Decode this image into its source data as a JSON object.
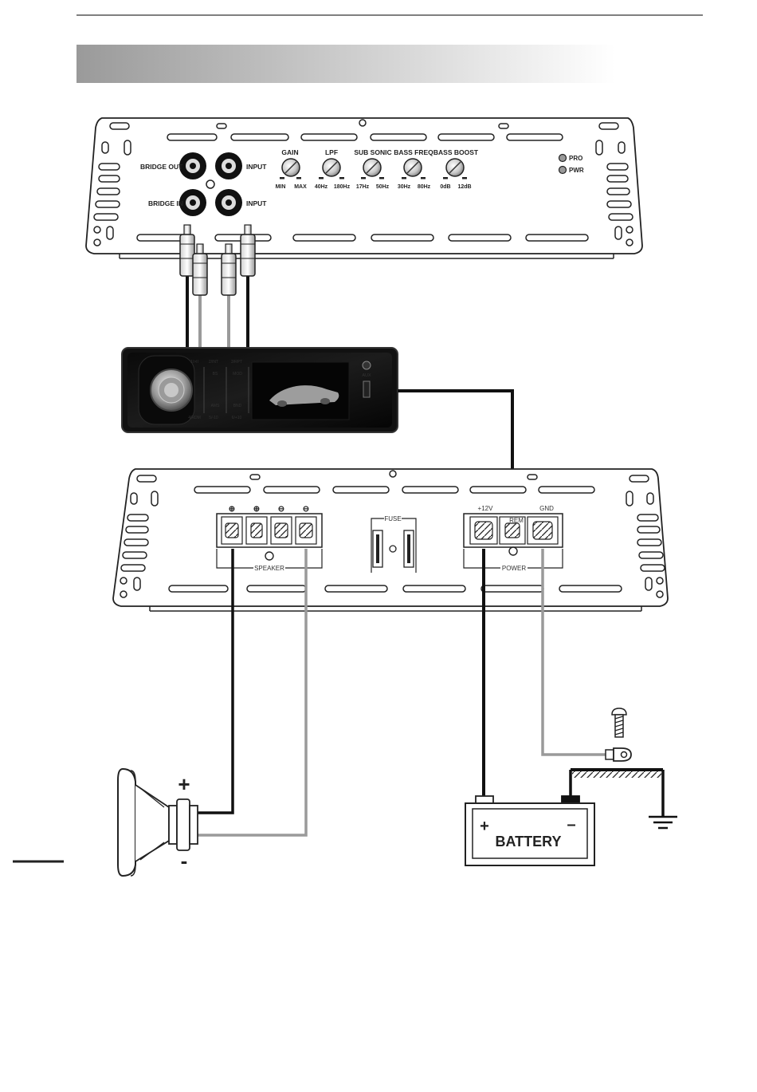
{
  "page": {
    "header_bar_gradient": [
      "#9a9a9a",
      "#ffffff"
    ]
  },
  "amplifier_top": {
    "bridge_out_label": "BRIDGE OUT",
    "bridge_in_label": "BRIDGE IN",
    "input_label_1": "INPUT",
    "input_label_2": "INPUT",
    "knobs": [
      {
        "label": "GAIN",
        "min": "MIN",
        "max": "MAX"
      },
      {
        "label": "LPF",
        "min": "40Hz",
        "max": "180Hz"
      },
      {
        "label": "SUB SONIC",
        "min": "17Hz",
        "max": "50Hz"
      },
      {
        "label": "BASS FREQ",
        "min": "30Hz",
        "max": "80Hz"
      },
      {
        "label": "BASS BOOST",
        "min": "0dB",
        "max": "12dB"
      }
    ],
    "leds": [
      {
        "label": "PRO"
      },
      {
        "label": "PWR"
      }
    ]
  },
  "head_unit": {
    "buttons_top": [
      "1/>II",
      "2/INT",
      "3/RPT"
    ],
    "buttons_side_left": [
      "BS",
      "AMS"
    ],
    "buttons_side_right": [
      "MOD",
      "BND"
    ],
    "buttons_bottom": [
      "4/RDM",
      "5/-10",
      "6/+10"
    ],
    "aux_label": "AUX"
  },
  "amplifier_bottom": {
    "speaker_symbols": [
      "⊕",
      "⊕",
      "⊖",
      "⊖"
    ],
    "speaker_label": "SPEAKER",
    "fuse_label": "FUSE",
    "power_terminals": [
      "+12V",
      "REM",
      "GND"
    ],
    "power_label": "POWER"
  },
  "speaker": {
    "plus": "+",
    "minus": "-"
  },
  "battery": {
    "label": "BATTERY",
    "plus": "+",
    "minus": "–"
  },
  "colors": {
    "wire_black": "#111111",
    "wire_gray": "#9a9a9a",
    "outline": "#222222"
  }
}
